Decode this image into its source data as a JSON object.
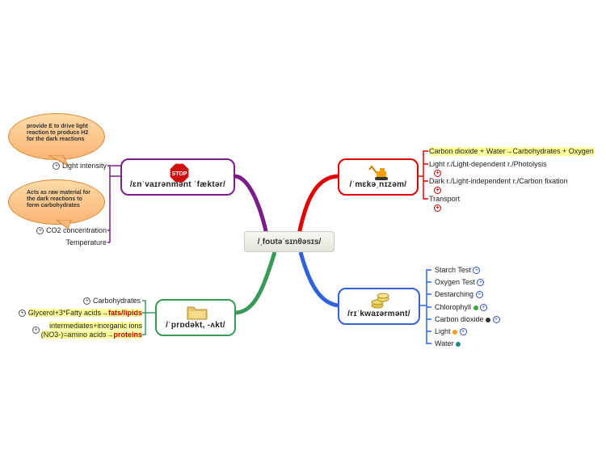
{
  "center": {
    "label": "/ˌfoʊtəˈsɪnθəsɪs/"
  },
  "branches": {
    "top_left": {
      "label": "/ɛnˈvaɪrənmənt ˈfæktər/",
      "icon": "stop-sign-icon",
      "color": "#7b1c8a",
      "leaves": [
        "Light intensity",
        "CO2 concentration",
        "Temperature"
      ],
      "callouts": [
        "provide E to drive light reaction to produce H2 for the dark reactions",
        "Acts as raw material for the dark reactions to form carbohydrates"
      ]
    },
    "top_right": {
      "label": "/ˈmɛkəˌnɪzəm/",
      "icon": "excavator-icon",
      "color": "#e00000",
      "leaves": [
        "Carbon dioxide + Water→Carbohydrates + Oxygen",
        "Light r./Light-dependent r./Photolysis",
        "Dark r./Light-independent r./Carbon fixation",
        "Transport"
      ]
    },
    "bottom_left": {
      "label": "/ˈprɒdəkt, -ʌkt/",
      "icon": "folder-icon",
      "color": "#3a9a5a",
      "leaves": {
        "carbohydrates": "Carbohydrates",
        "fats_prefix": "Glycerol+3*Fatty acids→",
        "fats_bold": "fats/lipids",
        "proteins_line1": "intermediates+inorganic ions",
        "proteins_prefix": "(NO3-)=amino acids→",
        "proteins_bold": "proteins"
      }
    },
    "bottom_right": {
      "label": "/rɪˈkwaɪərmənt/",
      "icon": "coins-icon",
      "color": "#2f63d8",
      "leaves": [
        "Starch Test",
        "Oxygen Test",
        "Destarching",
        "Chlorophyll",
        "Carbon dioxide",
        "Light",
        "Water"
      ]
    }
  },
  "dot_colors": {
    "chlorophyll": "#3aa53a",
    "carbon_dioxide": "#333333",
    "light": "#f0a020",
    "water": "#1f8a8a"
  }
}
